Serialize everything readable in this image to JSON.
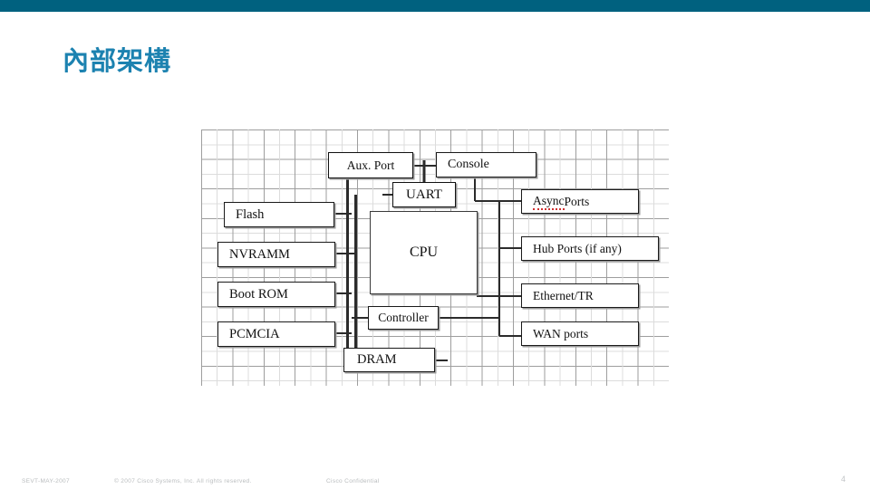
{
  "slide": {
    "title": "內部架構",
    "accent_color": "#00617f",
    "title_color": "#1c82b0"
  },
  "diagram": {
    "name": "router-internal-architecture",
    "nodes": {
      "aux_port": "Aux. Port",
      "console": "Console",
      "uart": "UART",
      "cpu": "CPU",
      "flash": "Flash",
      "nvramm": "NVRAMM",
      "boot_rom": "Boot ROM",
      "pcmcia": "PCMCIA",
      "controller": "Controller",
      "dram": "DRAM",
      "async_ports_a": "Async",
      "async_ports_b": " Ports",
      "hub_ports": "Hub Ports (if any)",
      "ethernet": "Ethernet/TR",
      "wan_ports": "WAN ports"
    }
  },
  "footer": {
    "left": "SEVT-MAY-2007",
    "center": "© 2007 Cisco Systems, Inc. All rights reserved.",
    "right": "Cisco Confidential",
    "page": "4"
  }
}
